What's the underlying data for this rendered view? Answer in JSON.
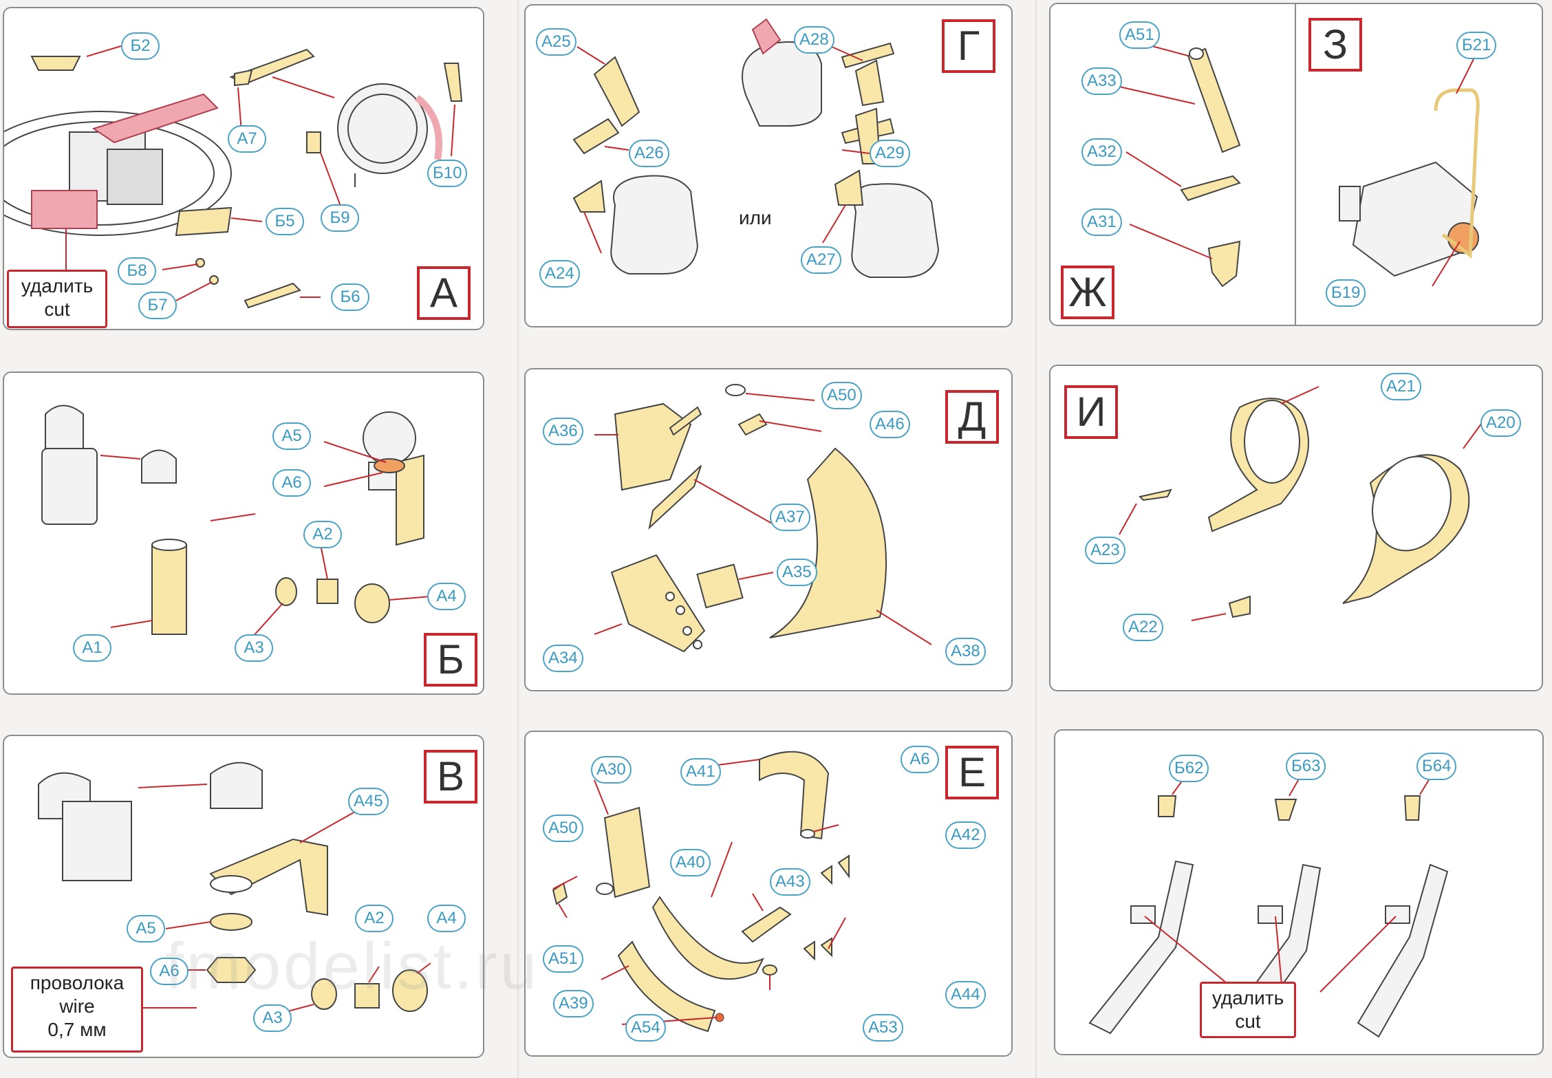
{
  "sheet": {
    "watermark": "fmodelist.ru",
    "colors": {
      "part": "#f8e7a8",
      "border": "#8c8c8c",
      "section_border": "#c8272d",
      "callout": "#3a9ac0",
      "removed": "#f0a8b0"
    }
  },
  "panels": {
    "a": {
      "letter": "А",
      "note_line1": "удалить",
      "note_line2": "cut",
      "labels": [
        "Б2",
        "А7",
        "Б10",
        "Б9",
        "Б5",
        "Б8",
        "Б7",
        "Б6"
      ]
    },
    "b": {
      "letter": "Б",
      "labels": [
        "А5",
        "А6",
        "А2",
        "А4",
        "А1",
        "А3"
      ]
    },
    "v": {
      "letter": "В",
      "note_line1": "проволока",
      "note_line2": "wire",
      "note_line3": "0,7 мм",
      "labels": [
        "А45",
        "А5",
        "А2",
        "А4",
        "А6",
        "А3"
      ]
    },
    "g": {
      "letter": "Г",
      "or_word": "или",
      "labels": [
        "А25",
        "А28",
        "А26",
        "А29",
        "А27",
        "А24"
      ]
    },
    "d": {
      "letter": "Д",
      "labels": [
        "А50",
        "А46",
        "А36",
        "А37",
        "А35",
        "А34",
        "А38"
      ]
    },
    "e": {
      "letter": "Е",
      "labels": [
        "А30",
        "А41",
        "А6",
        "А50",
        "А42",
        "А40",
        "А43",
        "А51",
        "А39",
        "А54",
        "А53",
        "А44"
      ]
    },
    "zh": {
      "letter": "Ж",
      "labels": [
        "А51",
        "А33",
        "А32",
        "А31"
      ]
    },
    "z": {
      "letter": "З",
      "labels": [
        "Б21",
        "Б19"
      ]
    },
    "i": {
      "letter": "И",
      "labels": [
        "А21",
        "А20",
        "А23",
        "А22"
      ]
    },
    "last": {
      "note_line1": "удалить",
      "note_line2": "cut",
      "labels": [
        "Б62",
        "Б63",
        "Б64"
      ]
    }
  }
}
